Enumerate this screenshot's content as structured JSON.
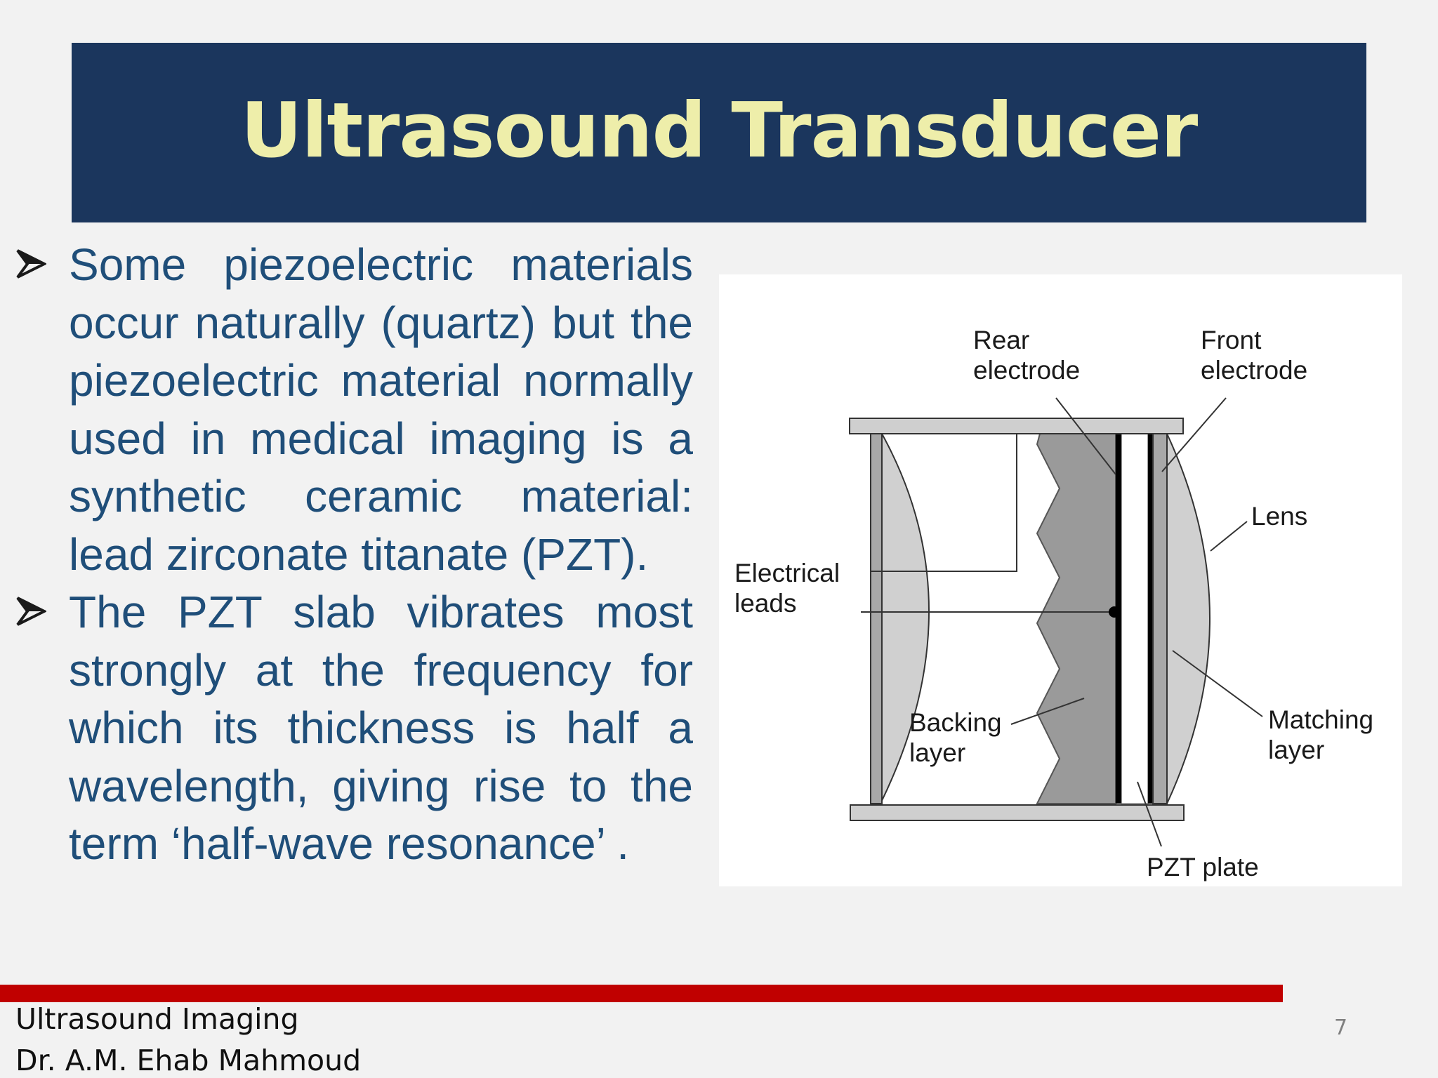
{
  "slide": {
    "title": "Ultrasound Transducer",
    "bullets": [
      {
        "text": "Some piezoelectric materials occur naturally (quartz) but the piezoelectric material normally used in medical imaging is a synthetic ceramic material: lead zirconate titanate (PZT)."
      },
      {
        "text": "The PZT slab vibrates most strongly at the frequency for which its thickness is half a wavelength, giving rise to the term ‘half-wave resonance’ ."
      }
    ],
    "bullet_icon": "arrowhead-bullet-icon"
  },
  "diagram": {
    "labels": {
      "rear_electrode": [
        "Rear",
        "electrode"
      ],
      "front_electrode": [
        "Front",
        "electrode"
      ],
      "lens": [
        "Lens"
      ],
      "electrical_leads": [
        "Electrical",
        "leads"
      ],
      "backing_layer": [
        "Backing",
        "layer"
      ],
      "matching_layer": [
        "Matching",
        "layer"
      ],
      "pzt_plate": [
        "PZT plate"
      ]
    }
  },
  "footer": {
    "line1": "Ultrasound Imaging",
    "line2": "Dr. A.M. Ehab Mahmoud",
    "page_number": "7"
  },
  "colors": {
    "title_bar": "#1b365d",
    "title_text": "#eeeeaa",
    "body_text": "#1f4e79",
    "footer_rule": "#c00000"
  }
}
